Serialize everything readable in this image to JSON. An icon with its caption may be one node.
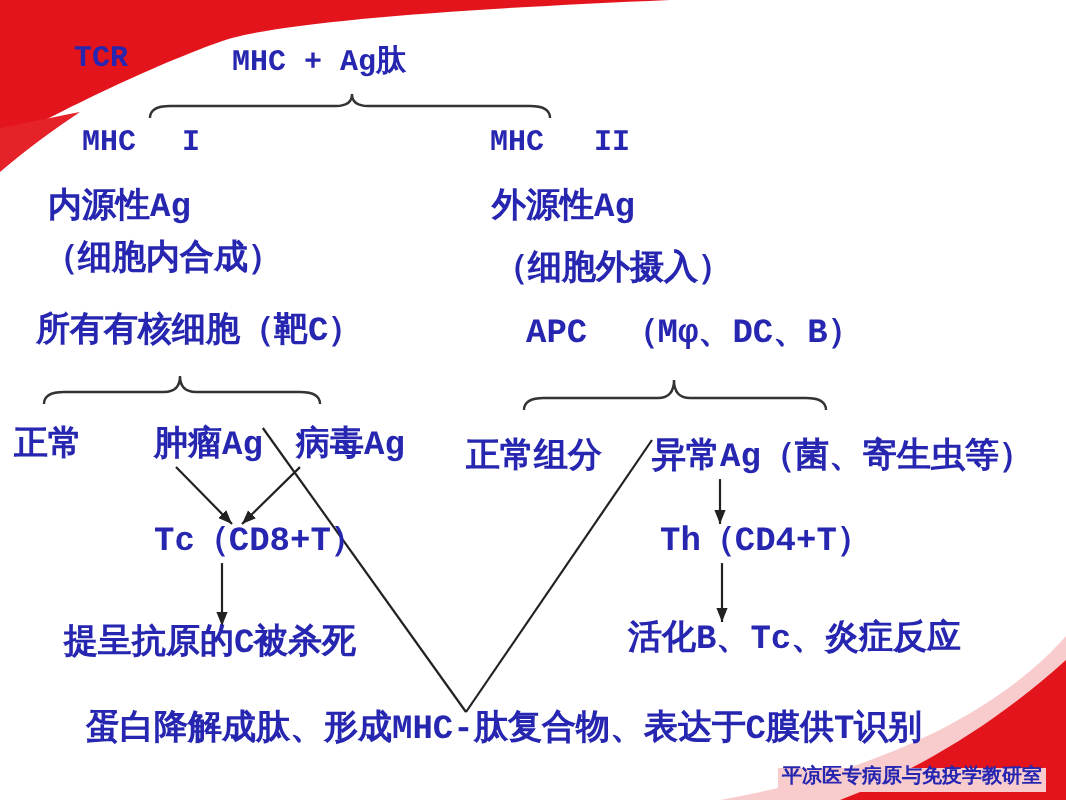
{
  "diagram": {
    "nodes": [
      {
        "text": [
          "肿瘤Ag"
        ]
      },
      {
        "text": [
          "病毒Ag"
        ]
      },
      {
        "text": [
          "异常Ag（菌、寄生虫等）"
        ]
      },
      {
        "text": [
          "Tc（CD8+T）"
        ]
      },
      {
        "text": [
          "Th（CD4+T）"
        ]
      },
      {
        "text": [
          "提呈抗原的C被杀死"
        ]
      },
      {
        "text": [
          "活化B、Tc、炎症反应"
        ]
      },
      {
        "text": [
          "蛋白降解成肽、形成MHC-肽复合物、表达于C膜供T识别"
        ]
      }
    ],
    "edges": [
      {
        "from": 0,
        "to": 3,
        "arrow": "to"
      },
      {
        "from": 1,
        "to": 3,
        "arrow": "to"
      },
      {
        "from": 2,
        "to": 4,
        "arrow": "to"
      },
      {
        "from": 3,
        "to": 5,
        "arrow": "to"
      },
      {
        "from": 4,
        "to": 6,
        "arrow": "to"
      },
      {
        "from": 0,
        "to": 7,
        "arrow": "none"
      },
      {
        "from": 2,
        "to": 7,
        "arrow": "none"
      }
    ],
    "labels": [
      "TCR",
      "MHC + Ag肽",
      "MHC I",
      "MHC II",
      "内源性Ag",
      "外源性Ag",
      "（细胞内合成）",
      "（细胞外摄入）",
      "所有有核细胞（靶C）",
      "APC （Mφ、DC、B）",
      "正常",
      "正常组分",
      "平凉医专病原与免疫学教研室"
    ]
  }
}
